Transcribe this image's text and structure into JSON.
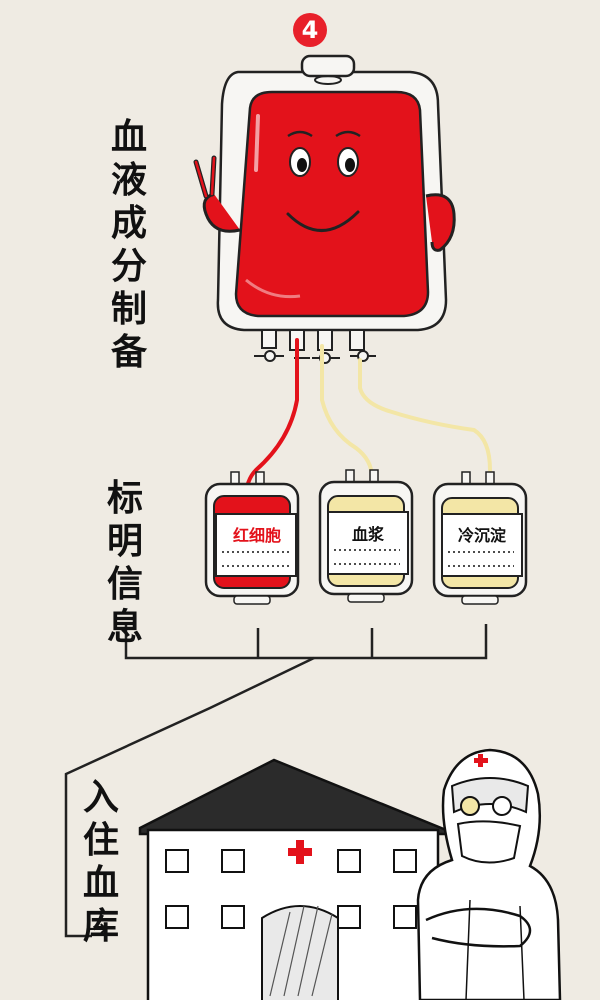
{
  "step_badge": "4",
  "titles": {
    "preparation": [
      "血",
      "液",
      "成",
      "分",
      "制",
      "备"
    ],
    "labeling": [
      "标",
      "明",
      "信",
      "息"
    ],
    "storage": [
      "入",
      "住",
      "血",
      "库"
    ]
  },
  "storage_arrow": "→",
  "bag_labels": {
    "red_cells": "红细胞",
    "plasma": "血浆",
    "cryo": "冷沉淀"
  },
  "colors": {
    "background": "#efebe3",
    "blood_red": "#e3121b",
    "plasma_yellow": "#f3e6a6",
    "cross_red": "#e3121b",
    "ink": "#111111"
  },
  "icons": [
    "blood-bag-mascot-icon",
    "hospital-building-icon",
    "medical-worker-icon",
    "red-cross-icon"
  ]
}
